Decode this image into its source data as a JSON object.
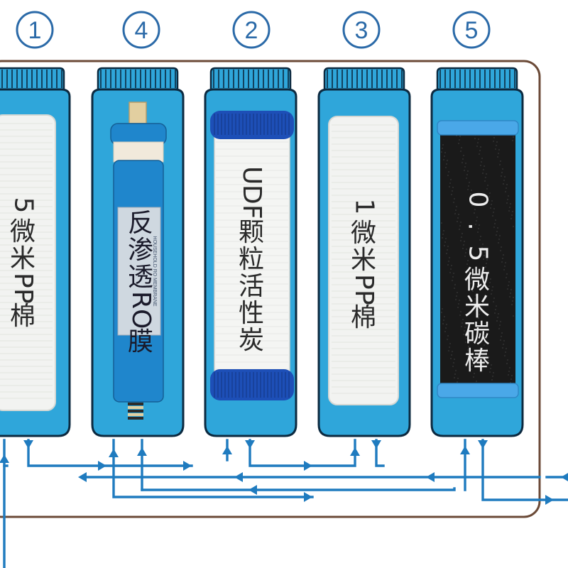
{
  "stage_numbers": [
    "①",
    "④",
    "②",
    "③",
    "⑤"
  ],
  "colors": {
    "housing_blue": "#2fa6da",
    "housing_stroke": "#0c2a40",
    "ring_blue": "#2b6aa8",
    "pipe_blue": "#1f7bbf",
    "frame_brown": "#6b4a37",
    "membrane_blue": "#1f86cc",
    "udf_cap": "#1d4fb7",
    "carbon_black": "#1a1a1a",
    "pp_white": "#f2f3f1"
  },
  "filters": [
    {
      "stage": "①",
      "type": "pp-cotton",
      "label": "5微米PP棉"
    },
    {
      "stage": "④",
      "type": "ro-membrane",
      "label": "反渗透RO膜"
    },
    {
      "stage": "②",
      "type": "udf-granular-carbon",
      "label": "UDF颗粒活性炭"
    },
    {
      "stage": "③",
      "type": "pp-cotton",
      "label": "1微米PP棉"
    },
    {
      "stage": "⑤",
      "type": "carbon-block",
      "label": "0.5微米碳棒"
    }
  ],
  "ro_sticker_text": "HOUSEHOLD RO MEMBRANE"
}
